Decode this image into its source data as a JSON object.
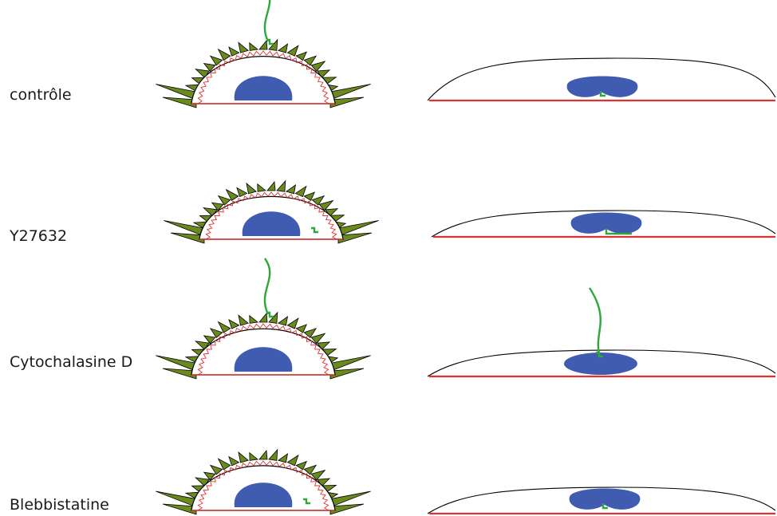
{
  "rows": [
    {
      "label": "contrôle",
      "cilia_left": true,
      "cilia_right": false
    },
    {
      "label": "Y27632",
      "cilia_left": false,
      "cilia_right": false
    },
    {
      "label": "Cytochalasine D",
      "cilia_left": true,
      "cilia_right": true
    },
    {
      "label": "Blebbistatine",
      "cilia_left": false,
      "cilia_right": false
    }
  ],
  "colors": {
    "nucleus": "#3f5cb0",
    "cilium": "#2ea83a",
    "actin": "#e03030",
    "spike_fill": "#6b8a1e",
    "outline": "#000000"
  }
}
